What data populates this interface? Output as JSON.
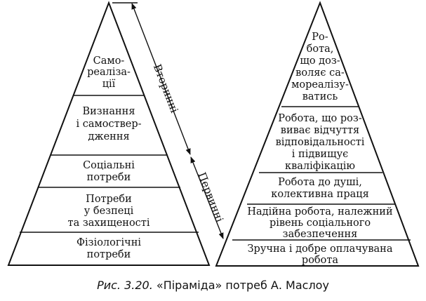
{
  "left_pyramid": {
    "levels": [
      {
        "lines": [
          "Само-",
          "реаліза-",
          "ції"
        ]
      },
      {
        "lines": [
          "Визнання",
          "і самоствер-",
          "дження"
        ]
      },
      {
        "lines": [
          "Соціальні",
          "потреби"
        ]
      },
      {
        "lines": [
          "Потреби",
          "у безпеці",
          "та захищеності"
        ]
      },
      {
        "lines": [
          "Фізіологічні",
          "потреби"
        ]
      }
    ],
    "group_upper": "Вторинні",
    "group_lower": "Первинні"
  },
  "right_pyramid": {
    "levels": [
      {
        "lines": [
          "Ро-",
          "бота,",
          "що доз-",
          "воляє са-",
          "мореалізу-",
          "ватись"
        ]
      },
      {
        "lines": [
          "Робота, що роз-",
          "виває відчуття",
          "відповідальності",
          "і підвищує",
          "кваліфікацію"
        ]
      },
      {
        "lines": [
          "Робота до душі,",
          "колективна праця"
        ]
      },
      {
        "lines": [
          "Надійна робота, належний",
          "рівень соціального",
          "забезпечення"
        ]
      },
      {
        "lines": [
          "Зручна і добре оплачувана",
          "робота"
        ]
      }
    ]
  },
  "caption": {
    "figure": "Рис. 3.20.",
    "text": "«Піраміда» потреб А. Маслоу"
  }
}
